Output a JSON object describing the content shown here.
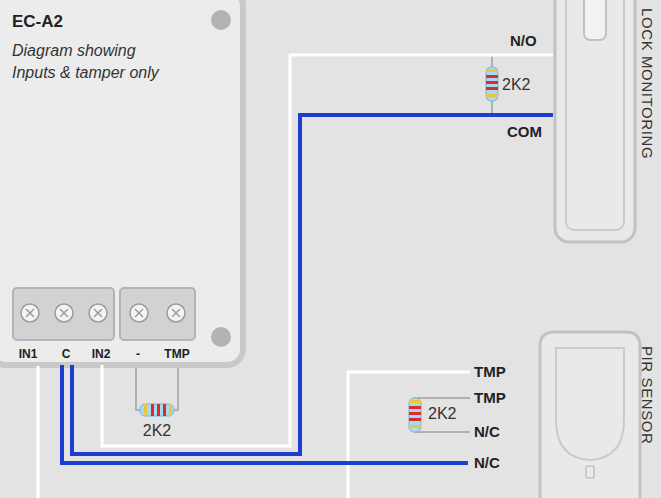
{
  "diagram": {
    "nodes": [
      {
        "text": [
          "EC-A2",
          "Diagram showing Inputs & tamper only"
        ]
      },
      {
        "text": [
          "LOCK MONITORING"
        ]
      },
      {
        "text": [
          "PIR SENSOR"
        ]
      }
    ],
    "edges": [
      {
        "from": 0,
        "to": 1,
        "arrow": "none"
      },
      {
        "from": 0,
        "to": 1,
        "arrow": "none"
      },
      {
        "from": 0,
        "to": 2,
        "arrow": "none"
      }
    ],
    "labels": [
      "N/O",
      "2K2",
      "COM",
      "IN1",
      "C",
      "IN2",
      "-",
      "TMP",
      "2K2",
      "TMP",
      "TMP",
      "2K2",
      "N/C",
      "N/C"
    ]
  }
}
